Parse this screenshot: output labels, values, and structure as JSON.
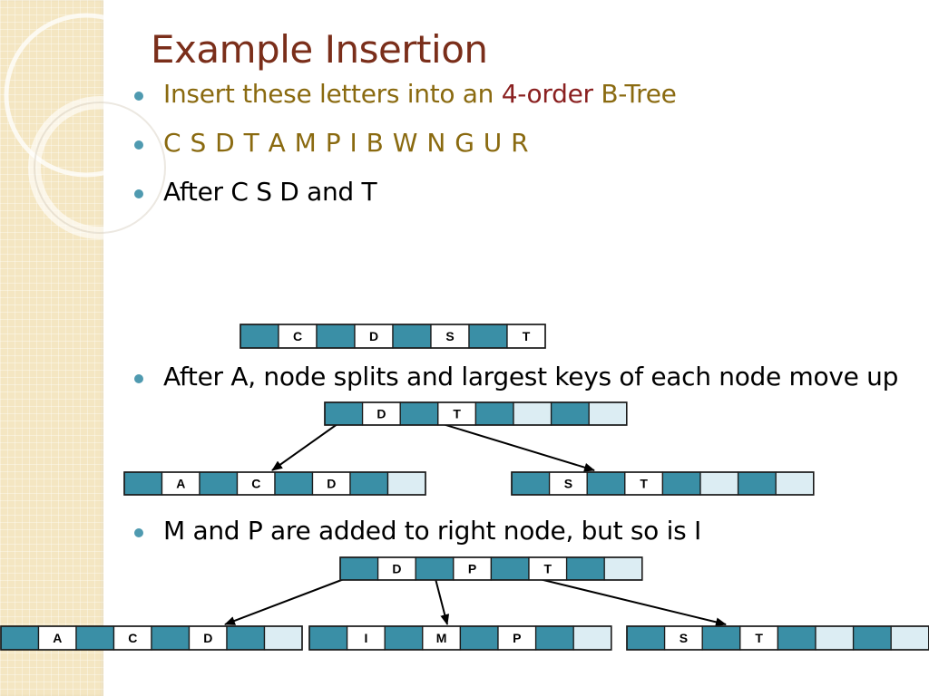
{
  "slide": {
    "title": "Example Insertion",
    "bullets": [
      {
        "id": "b1",
        "parts": [
          "Insert these letters into an ",
          "4-order",
          " B-Tree"
        ]
      },
      {
        "id": "b2",
        "text": "C S D T A M P I B W N G U R"
      },
      {
        "id": "b3",
        "text": "After C S D and T"
      },
      {
        "id": "b4",
        "text": "After A, node splits and largest keys of each node move up"
      },
      {
        "id": "b5",
        "text": "M and P are added to right node, but so is I"
      }
    ]
  },
  "colors": {
    "pointer_cell": "#3a8fa6",
    "key_cell": "#ffffff",
    "empty_key_cell": "#dcedf3",
    "border": "#1a1a1a",
    "title": "#7a2e1a",
    "gold_text": "#8a6a10",
    "accent_red": "#8a2020",
    "bullet_dot": "#4f9ab0"
  },
  "diagram": {
    "nodes": [
      {
        "id": "n1",
        "keys": [
          "C",
          "D",
          "S",
          "T"
        ]
      },
      {
        "id": "n2-root",
        "keys": [
          "D",
          "T",
          "",
          ""
        ]
      },
      {
        "id": "n2-left",
        "keys": [
          "A",
          "C",
          "D",
          ""
        ]
      },
      {
        "id": "n2-right",
        "keys": [
          "S",
          "T",
          "",
          ""
        ]
      },
      {
        "id": "n3-root",
        "keys": [
          "D",
          "P",
          "T",
          ""
        ]
      },
      {
        "id": "n3-left",
        "keys": [
          "A",
          "C",
          "D",
          ""
        ]
      },
      {
        "id": "n3-mid",
        "keys": [
          "I",
          "M",
          "P",
          ""
        ]
      },
      {
        "id": "n3-right",
        "keys": [
          "S",
          "T",
          "",
          ""
        ]
      }
    ]
  }
}
